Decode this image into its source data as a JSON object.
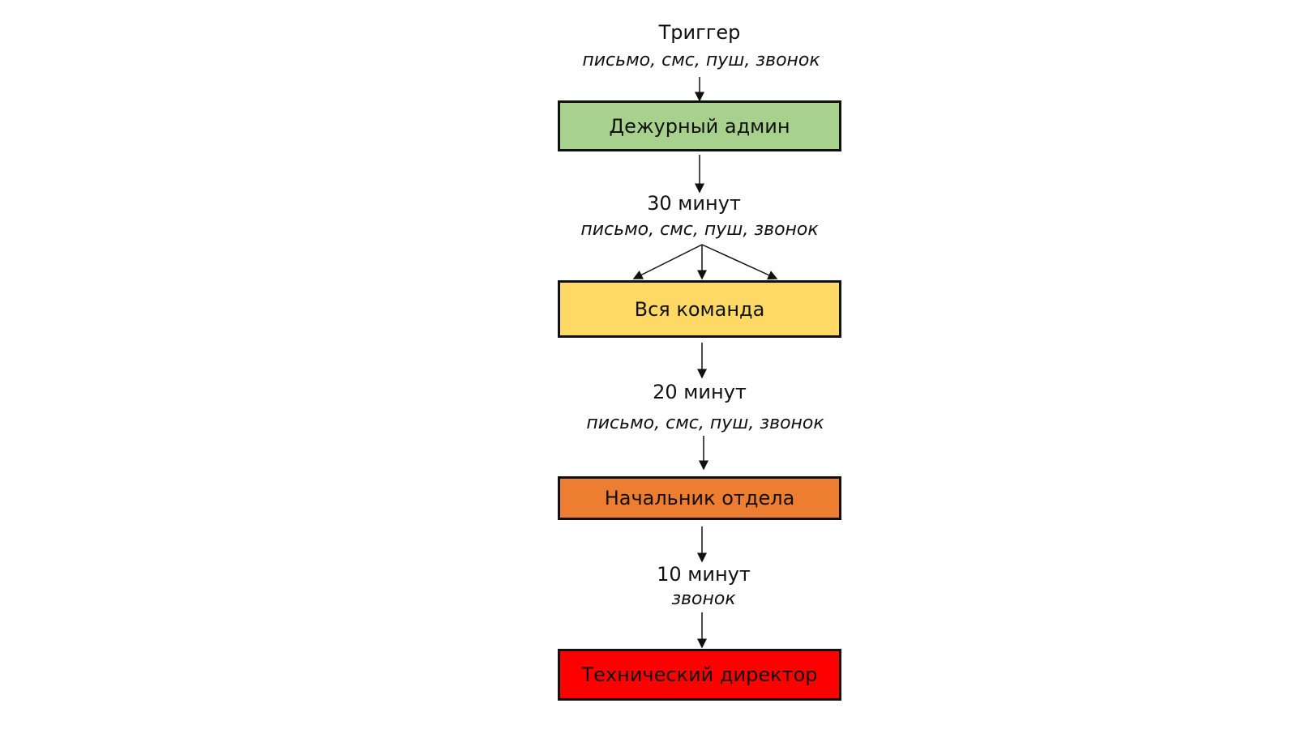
{
  "trigger": {
    "title": "Триггер",
    "channels": "письмо, смс, пуш, звонок"
  },
  "steps": [
    {
      "box_label": "Дежурный админ",
      "box_color": "#a9d18e"
    },
    {
      "delay": "30 минут",
      "channels": "письмо, смс, пуш, звонок",
      "box_label": "Вся команда",
      "box_color": "#ffd966"
    },
    {
      "delay": "20 минут",
      "channels": "письмо, смс, пуш, звонок",
      "box_label": "Начальник отдела",
      "box_color": "#ed7d31"
    },
    {
      "delay": "10 минут",
      "channels": "звонок",
      "box_label": "Технический директор",
      "box_color": "#ff0000"
    }
  ],
  "colors": {
    "border": "#111111",
    "arrow": "#111111",
    "background": "#ffffff"
  }
}
